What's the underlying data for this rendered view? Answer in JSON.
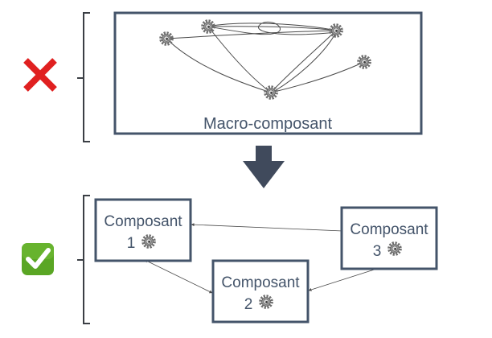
{
  "macro": {
    "label": "Macro-composant"
  },
  "components": [
    {
      "title": "Composant",
      "number": "1"
    },
    {
      "title": "Composant",
      "number": "2"
    },
    {
      "title": "Composant",
      "number": "3"
    }
  ],
  "status": {
    "bad": "cross-mark-icon",
    "good": "check-mark-icon"
  },
  "colors": {
    "box_stroke": "#44546a",
    "text": "#44546a",
    "bracket": "#3b3f45",
    "cross": "#e02020",
    "check_bg": "#5aa624",
    "check_mark": "#ffffff",
    "arrow": "#404a5c",
    "connector": "#4a4a4a",
    "gear": "#7a7a7a"
  }
}
